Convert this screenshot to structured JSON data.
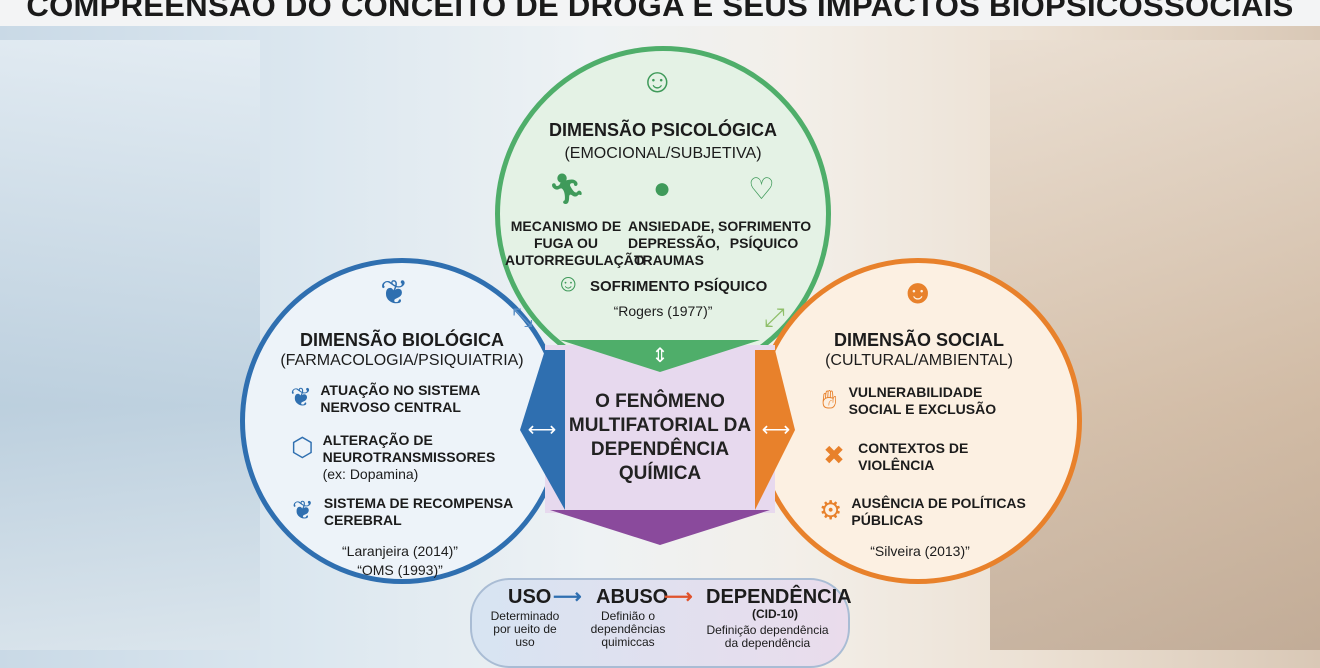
{
  "title": "COMPREENSÃO DO CONCEITO DE DROGA E SEUS IMPACTOS BIOPSICOSSOCIAIS",
  "colors": {
    "psychological": "#4fae6a",
    "biological": "#2f6fb0",
    "social": "#e8812b",
    "center": "#8a4a9c"
  },
  "psychological": {
    "title": "DIMENSÃO PSICOLÓGICA",
    "subtitle": "(EMOCIONAL/SUBJETIVA)",
    "icon": "head-brain-icon",
    "items": [
      {
        "icon": "running-person-icon",
        "text": "MECANISMO DE FUGA OU AUTORREGULAÇÃO"
      },
      {
        "icon": "head-stress-icon",
        "text": "ANSIEDADE, DEPRESSÃO, TRAUMAS"
      },
      {
        "icon": "hands-heart-icon",
        "text": "SOFRIMENTO PSÍQUICO"
      }
    ],
    "highlight": "SOFRIMENTO PSÍQUICO",
    "citation": "“Rogers (1977)”"
  },
  "biological": {
    "title": "DIMENSÃO BIOLÓGICA",
    "subtitle": "(FARMACOLOGIA/PSIQUIATRIA)",
    "icon": "brain-icon",
    "items": [
      {
        "icon": "brain-icon",
        "text": "ATUAÇÃO NO SISTEMA NERVOSO CENTRAL",
        "note": ""
      },
      {
        "icon": "molecule-icon",
        "text": "ALTERAÇÃO DE NEUROTRANSMISSORES",
        "note": "(ex: Dopamina)"
      },
      {
        "icon": "brain-icon",
        "text": "SISTEMA DE RECOMPENSA CEREBRAL",
        "note": ""
      }
    ],
    "citations": [
      "“Laranjeira (2014)”",
      "“OMS (1993)”"
    ]
  },
  "social": {
    "title": "DIMENSÃO SOCIAL",
    "subtitle": "(CULTURAL/AMBIENTAL)",
    "icon": "group-icon",
    "items": [
      {
        "icon": "hand-people-icon",
        "text": "VULNERABILIDADE SOCIAL E EXCLUSÃO"
      },
      {
        "icon": "conflict-icon",
        "text": "CONTEXTOS DE VIOLÊNCIA"
      },
      {
        "icon": "hands-gear-icon",
        "text": "AUSÊNCIA DE POLÍTICAS PÚBLICAS"
      }
    ],
    "citation": "“Silveira (2013)”"
  },
  "center": {
    "text": "O FENÔMENO MULTIFATORIAL DA DEPENDÊNCIA QUÍMICA"
  },
  "flow": {
    "steps": [
      {
        "label": "USO",
        "desc": "Determinado por ueito de uso"
      },
      {
        "label": "ABUSO",
        "desc": "Definião o dependências quimiccas"
      },
      {
        "label": "DEPENDÊNCIA",
        "note": "(CID-10)",
        "desc": "Definição dependência da dependência"
      }
    ]
  }
}
